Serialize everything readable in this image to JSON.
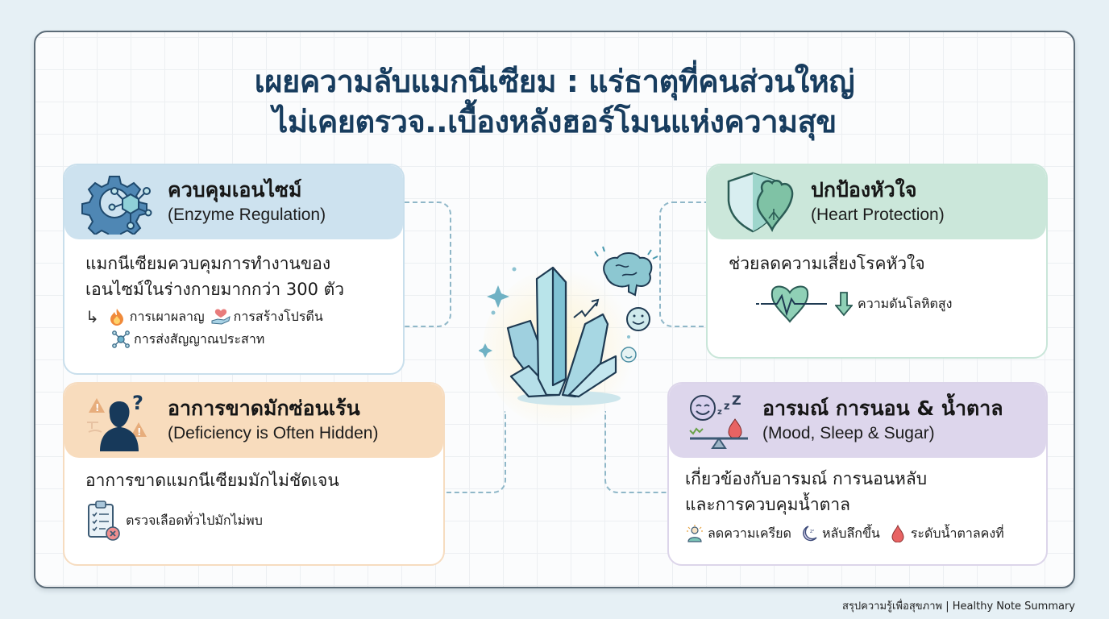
{
  "title": {
    "line1": "เผยความลับแมกนีเซียม : แร่ธาตุที่คนส่วนใหญ่",
    "line2": "ไม่เคยตรวจ..เบื้องหลังฮอร์โมนแห่งความสุข"
  },
  "cards": {
    "enzyme": {
      "icon": "gear-molecule-icon",
      "title_th": "ควบคุมเอนไซม์",
      "title_en": "(Enzyme Regulation)",
      "body_line1": "แมกนีเซียมควบคุมการทำงานของ",
      "body_line2": "เอนไซม์ในร่างกายมากกว่า 300 ตัว",
      "items": [
        {
          "icon": "fire-icon",
          "label": "การเผาผลาญ"
        },
        {
          "icon": "heart-hand-icon",
          "label": "การสร้างโปรตีน"
        },
        {
          "icon": "neuron-network-icon",
          "label": "การส่งสัญญาณประสาท"
        }
      ],
      "colors": {
        "header": "#cde2ef",
        "border": "#c9dfec"
      }
    },
    "heart": {
      "icon": "shield-heart-icon",
      "title_th": "ปกป้องหัวใจ",
      "title_en": "(Heart Protection)",
      "body_line1": "ช่วยลดความเสี่ยงโรคหัวใจ",
      "items": [
        {
          "icon": "down-arrow-icon",
          "label": "ความดันโลหิตสูง"
        }
      ],
      "colors": {
        "header": "#cbe7da",
        "border": "#c9e6d9"
      }
    },
    "deficiency": {
      "icon": "person-warning-icon",
      "title_th": "อาการขาดมักซ่อนเร้น",
      "title_en": "(Deficiency is Often Hidden)",
      "body_line1": "อาการขาดแมกนีเซียมมักไม่ชัดเจน",
      "items": [
        {
          "icon": "clipboard-x-icon",
          "label": "ตรวจเลือดทั่วไปมักไม่พบ"
        }
      ],
      "colors": {
        "header": "#f8dcbd",
        "border": "#f6dcc0"
      }
    },
    "mood": {
      "icon": "mood-sleep-sugar-icon",
      "title_th": "อารมณ์ การนอน & น้ำตาล",
      "title_en": "(Mood, Sleep & Sugar)",
      "body_line1": "เกี่ยวข้องกับอารมณ์ การนอนหลับ",
      "body_line2": "และการควบคุมน้ำตาล",
      "items": [
        {
          "icon": "calm-person-icon",
          "label": "ลดความเครียด"
        },
        {
          "icon": "moon-sleep-icon",
          "label": "หลับลึกขึ้น"
        },
        {
          "icon": "blood-drop-icon",
          "label": "ระดับน้ำตาลคงที่"
        }
      ],
      "colors": {
        "header": "#ddd6ec",
        "border": "#dcd5ea"
      }
    }
  },
  "center_icon": "magnesium-crystal-icon",
  "footer": "สรุปความรู้เพื่อสุขภาพ | Healthy Note Summary",
  "colors": {
    "title": "#173c5e",
    "frame_border": "#5b6b77",
    "background": "#e6f0f5",
    "connector": "#8fb7c8"
  }
}
